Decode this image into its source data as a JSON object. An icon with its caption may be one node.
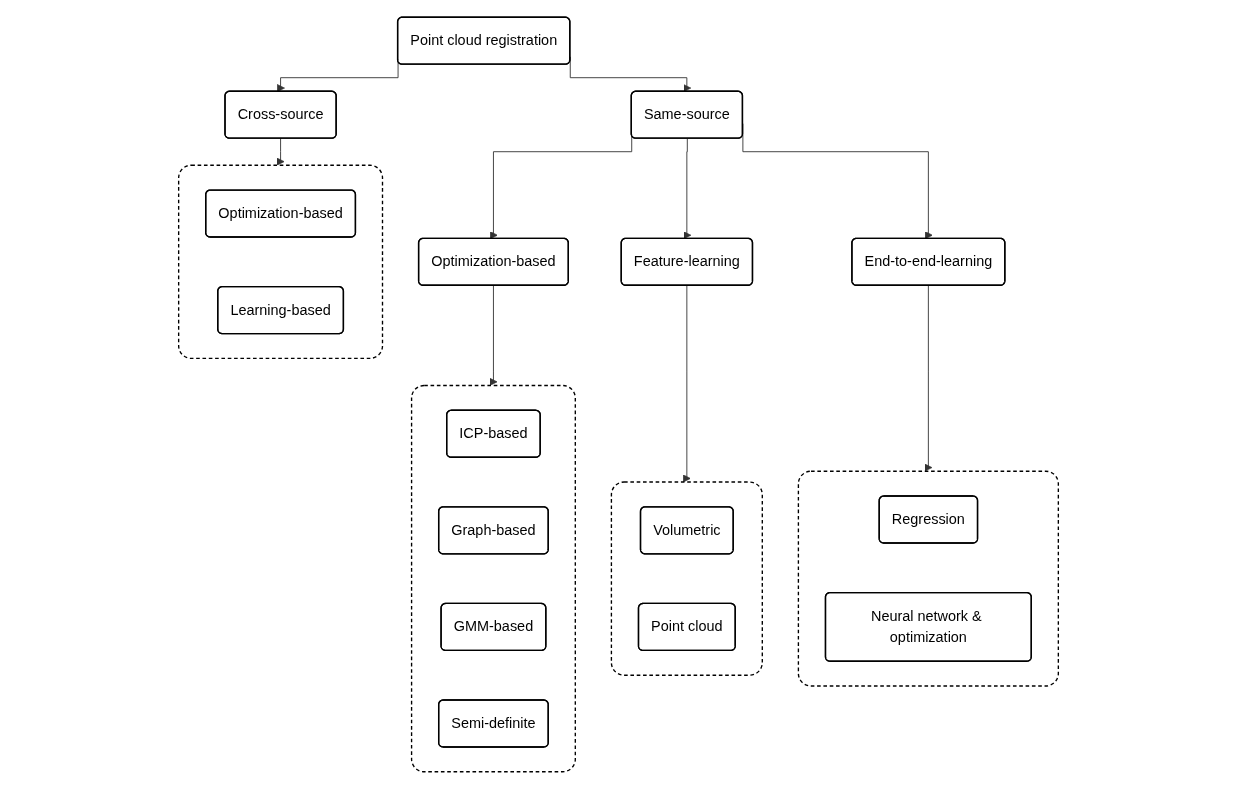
{
  "diagram": {
    "nodes": [
      {
        "text": [
          "Point cloud registration"
        ]
      },
      {
        "text": [
          "Same-source"
        ]
      },
      {
        "text": [
          "Cross-source"
        ]
      },
      {
        "text": [
          "Optimization-based"
        ]
      },
      {
        "text": [
          "Feature-learning"
        ]
      },
      {
        "text": [
          "End-to-end-learning"
        ]
      },
      {
        "text": [],
        "shape": "box"
      },
      {
        "text": [
          "ICP-based"
        ],
        "in": 6
      },
      {
        "text": [
          "Graph-based"
        ],
        "in": 6
      },
      {
        "text": [
          "GMM-based"
        ],
        "in": 6
      },
      {
        "text": [
          "Semi-definite"
        ],
        "in": 6
      },
      {
        "text": [],
        "shape": "box"
      },
      {
        "text": [
          "Volumetric"
        ],
        "in": 11
      },
      {
        "text": [
          "Point cloud"
        ],
        "in": 11
      },
      {
        "text": [],
        "shape": "box"
      },
      {
        "text": [
          "Regression"
        ],
        "in": 14
      },
      {
        "text": [
          "Neural network & optimization"
        ],
        "in": 14
      },
      {
        "text": [],
        "shape": "box"
      },
      {
        "text": [
          "Optimization-based"
        ],
        "in": 17
      },
      {
        "text": [
          "Learning-based"
        ],
        "in": 17
      }
    ],
    "edges": [
      {
        "from": 0,
        "to": 1,
        "arrow": "to"
      },
      {
        "from": 0,
        "to": 2,
        "arrow": "to"
      },
      {
        "from": 1,
        "to": 3,
        "arrow": "to"
      },
      {
        "from": 1,
        "to": 4,
        "arrow": "to"
      },
      {
        "from": 1,
        "to": 5,
        "arrow": "to"
      },
      {
        "from": 3,
        "to": 6,
        "arrow": "to"
      },
      {
        "from": 4,
        "to": 11,
        "arrow": "to"
      },
      {
        "from": 5,
        "to": 14,
        "arrow": "to"
      },
      {
        "from": 2,
        "to": 17,
        "arrow": "to"
      }
    ]
  }
}
